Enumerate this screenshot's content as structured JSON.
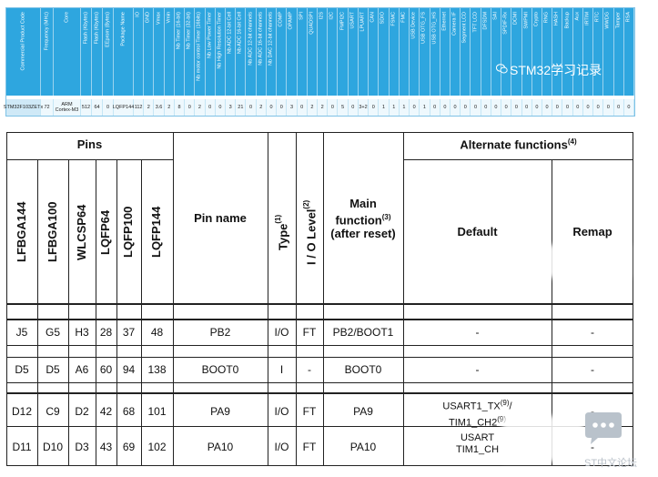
{
  "feature_table": {
    "headers": [
      "Commercial Product Code",
      "Frequency (MHz)",
      "Core",
      "Flash (Kbytes)",
      "Flash (Kbytes)",
      "EEprom (Bytes)",
      "Package Name",
      "IO",
      "GND",
      "Vmax",
      "Vmin",
      "Nb Timer (16-bit)",
      "Nb Timer (32-bit)",
      "Nb motor control Timer (16bits)",
      "Nb Low Power Timer",
      "Nb High Resolution Timer",
      "Nb ADC 12-bit Cell",
      "Nb ADC 16-bit Cell",
      "Nb ADC 12-bit channels",
      "Nb ADC 16-bit channels",
      "Nb DAC 12-bit channels",
      "COMP",
      "OPAMP",
      "SPI",
      "QUADSPI",
      "I2S",
      "I2C",
      "FMPI2C",
      "USART",
      "LPUART",
      "CAN",
      "SDIO",
      "FSMC",
      "FMC",
      "USB Device",
      "USB OTG_FS",
      "USB OTG_HS",
      "Ethernet",
      "Camera IF",
      "Segment LCD",
      "TFT LCD",
      "DFSDM",
      "SAI",
      "SPDIF-Rx",
      "DCMI",
      "SWPMI",
      "Crypto",
      "RNG",
      "HASH",
      "Backup",
      "Aux",
      "IRTIM",
      "RTC",
      "WWDG",
      "Tamper",
      "RSA"
    ],
    "values": [
      "STM32F103ZETx",
      "72",
      "ARM Cortex-M3",
      "512",
      "64",
      "0",
      "LQFP144",
      "112",
      "2",
      "3.6",
      "2",
      "8",
      "0",
      "2",
      "0",
      "0",
      "3",
      "21",
      "0",
      "2",
      "0",
      "0",
      "3",
      "0",
      "2",
      "2",
      "0",
      "5",
      "0",
      "3+2",
      "0",
      "1",
      "1",
      "1",
      "0",
      "1",
      "0",
      "0",
      "0",
      "0",
      "0",
      "0",
      "0",
      "0",
      "0",
      "0",
      "0",
      "0",
      "0",
      "0",
      "0",
      "0",
      "0",
      "0",
      "0",
      "0"
    ],
    "watermark": "STM32学习记录"
  },
  "pin_table": {
    "group_pins": "Pins",
    "pin_headers": [
      "LFBGA144",
      "LFBGA100",
      "WLCSP64",
      "LQFP64",
      "LQFP100",
      "LQFP144"
    ],
    "pin_name_header": "Pin name",
    "type_header": "Type",
    "type_sup": "(1)",
    "io_level_header": "I / O Level",
    "io_level_sup": "(2)",
    "main_function_header_1": "Main",
    "main_function_header_2": "function",
    "main_function_sup": "(3)",
    "main_function_header_3": "(after reset)",
    "alt_functions_header": "Alternate functions",
    "alt_functions_sup": "(4)",
    "default_header": "Default",
    "remap_header": "Remap",
    "rows": [
      {
        "LFBGA144": "J5",
        "LFBGA100": "G5",
        "WLCSP64": "H3",
        "LQFP64": "28",
        "LQFP100": "37",
        "LQFP144": "48",
        "pin_name": "PB2",
        "type": "I/O",
        "io_level": "FT",
        "main_function": "PB2/BOOT1",
        "default": "-",
        "remap": "-"
      },
      {
        "LFBGA144": "D5",
        "LFBGA100": "D5",
        "WLCSP64": "A6",
        "LQFP64": "60",
        "LQFP100": "94",
        "LQFP144": "138",
        "pin_name": "BOOT0",
        "type": "I",
        "io_level": "-",
        "main_function": "BOOT0",
        "default": "-",
        "remap": "-"
      },
      {
        "LFBGA144": "D12",
        "LFBGA100": "C9",
        "WLCSP64": "D2",
        "LQFP64": "42",
        "LQFP100": "68",
        "LQFP144": "101",
        "pin_name": "PA9",
        "type": "I/O",
        "io_level": "FT",
        "main_function": "PA9",
        "default_line1": "USART1_TX",
        "default_line1_sup": "(9)",
        "default_line1_suffix": "/",
        "default_line2": "TIM1_CH2",
        "default_line2_sup": "(9)",
        "remap": "-"
      },
      {
        "LFBGA144": "D11",
        "LFBGA100": "D10",
        "WLCSP64": "D3",
        "LQFP64": "43",
        "LQFP100": "69",
        "LQFP144": "102",
        "pin_name": "PA10",
        "type": "I/O",
        "io_level": "FT",
        "main_function": "PA10",
        "default_line1": "USART",
        "default_line2": "TIM1_CH",
        "remap": "-"
      }
    ]
  },
  "forum_watermark": "ST中文论坛",
  "colors": {
    "header_blue": "#2ea6df",
    "value_row": "#eef8fd",
    "rule": "#222222"
  }
}
